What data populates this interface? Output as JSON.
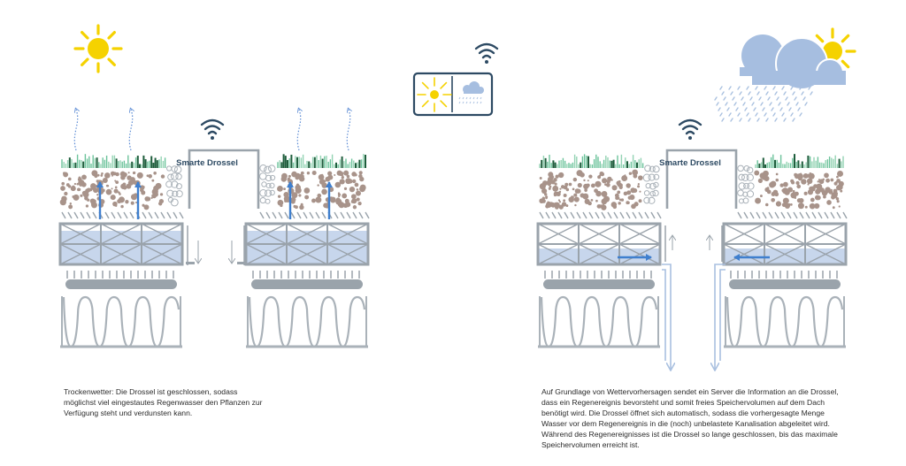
{
  "labels": {
    "drossel_left": "Smarte Drossel",
    "drossel_right": "Smarte Drossel"
  },
  "captions": {
    "left": "Trockenwetter: Die Drossel ist geschlossen, sodass möglichst viel eingestautes Regenwasser den Pflanzen zur Verfügung steht und verdunsten kann.",
    "right": "Auf Grundlage von Wettervorhersagen sendet ein Server die Information an die Drossel, dass ein Regenereignis bevorsteht und somit freies Speichervolumen auf dem Dach benötigt wird. Die Drossel öffnet sich automatisch, sodass die vorhergesagte Menge Wasser vor dem Regenereignis in die (noch) unbelastete Kanalisation abgeleitet wird. Während des Regenereignisses ist die Drossel so lange geschlossen, bis das maximale Speichervolumen erreicht ist."
  },
  "icons": [
    "sun-icon",
    "cloud-icon",
    "rain-icon",
    "wifi-icon",
    "weather-display-icon",
    "plant-icon",
    "arrow-up-icon",
    "arrow-down-icon",
    "drain-pipe-icon"
  ],
  "colors": {
    "sun": "#f5d200",
    "cloud": "#a6bee0",
    "water": "#c7d6ec",
    "arrow": "#3f7fce",
    "structure": "#9aa3ab",
    "dark": "#2d4a63",
    "plant_dark": "#1e5d3c",
    "plant_light": "#6cc39b",
    "soil": "#a8938a"
  }
}
